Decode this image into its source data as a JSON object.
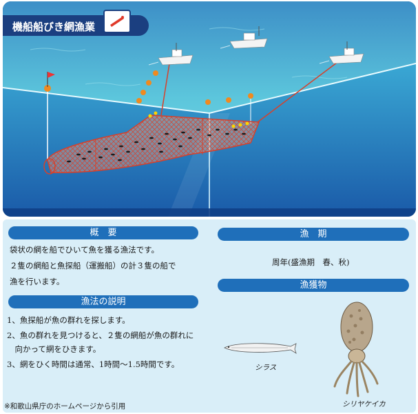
{
  "title": "機船船びき網漁業",
  "overview": {
    "heading": "概　要",
    "lines": [
      "袋状の網を船でひいて魚を獲る漁法です。",
      "２隻の網船と魚探船（運搬船）の計３隻の船で",
      "漁を行います。"
    ]
  },
  "method": {
    "heading": "漁法の説明",
    "lines": [
      "1、魚探船が魚の群れを探します。",
      "2、魚の群れを見つけると、２隻の網船が魚の群れに",
      "　向かって網をひきます。",
      "3、網をひく時間は通常、1時間～1.5時間です。"
    ]
  },
  "season": {
    "heading": "漁　期",
    "text": "周年(盛漁期　春、秋)"
  },
  "catch": {
    "heading": "漁獲物",
    "items": [
      "シラス",
      "シリヤケイカ"
    ]
  },
  "credit": "※和歌山県庁のホームページから引用",
  "colors": {
    "sea_dark": "#1d5ea3",
    "sea_light": "#6fd0e2",
    "net": "#e0402c",
    "panel_bg": "#d9eef8",
    "header_bg": "#1f6fba",
    "title_bg": "#1b3f80"
  }
}
